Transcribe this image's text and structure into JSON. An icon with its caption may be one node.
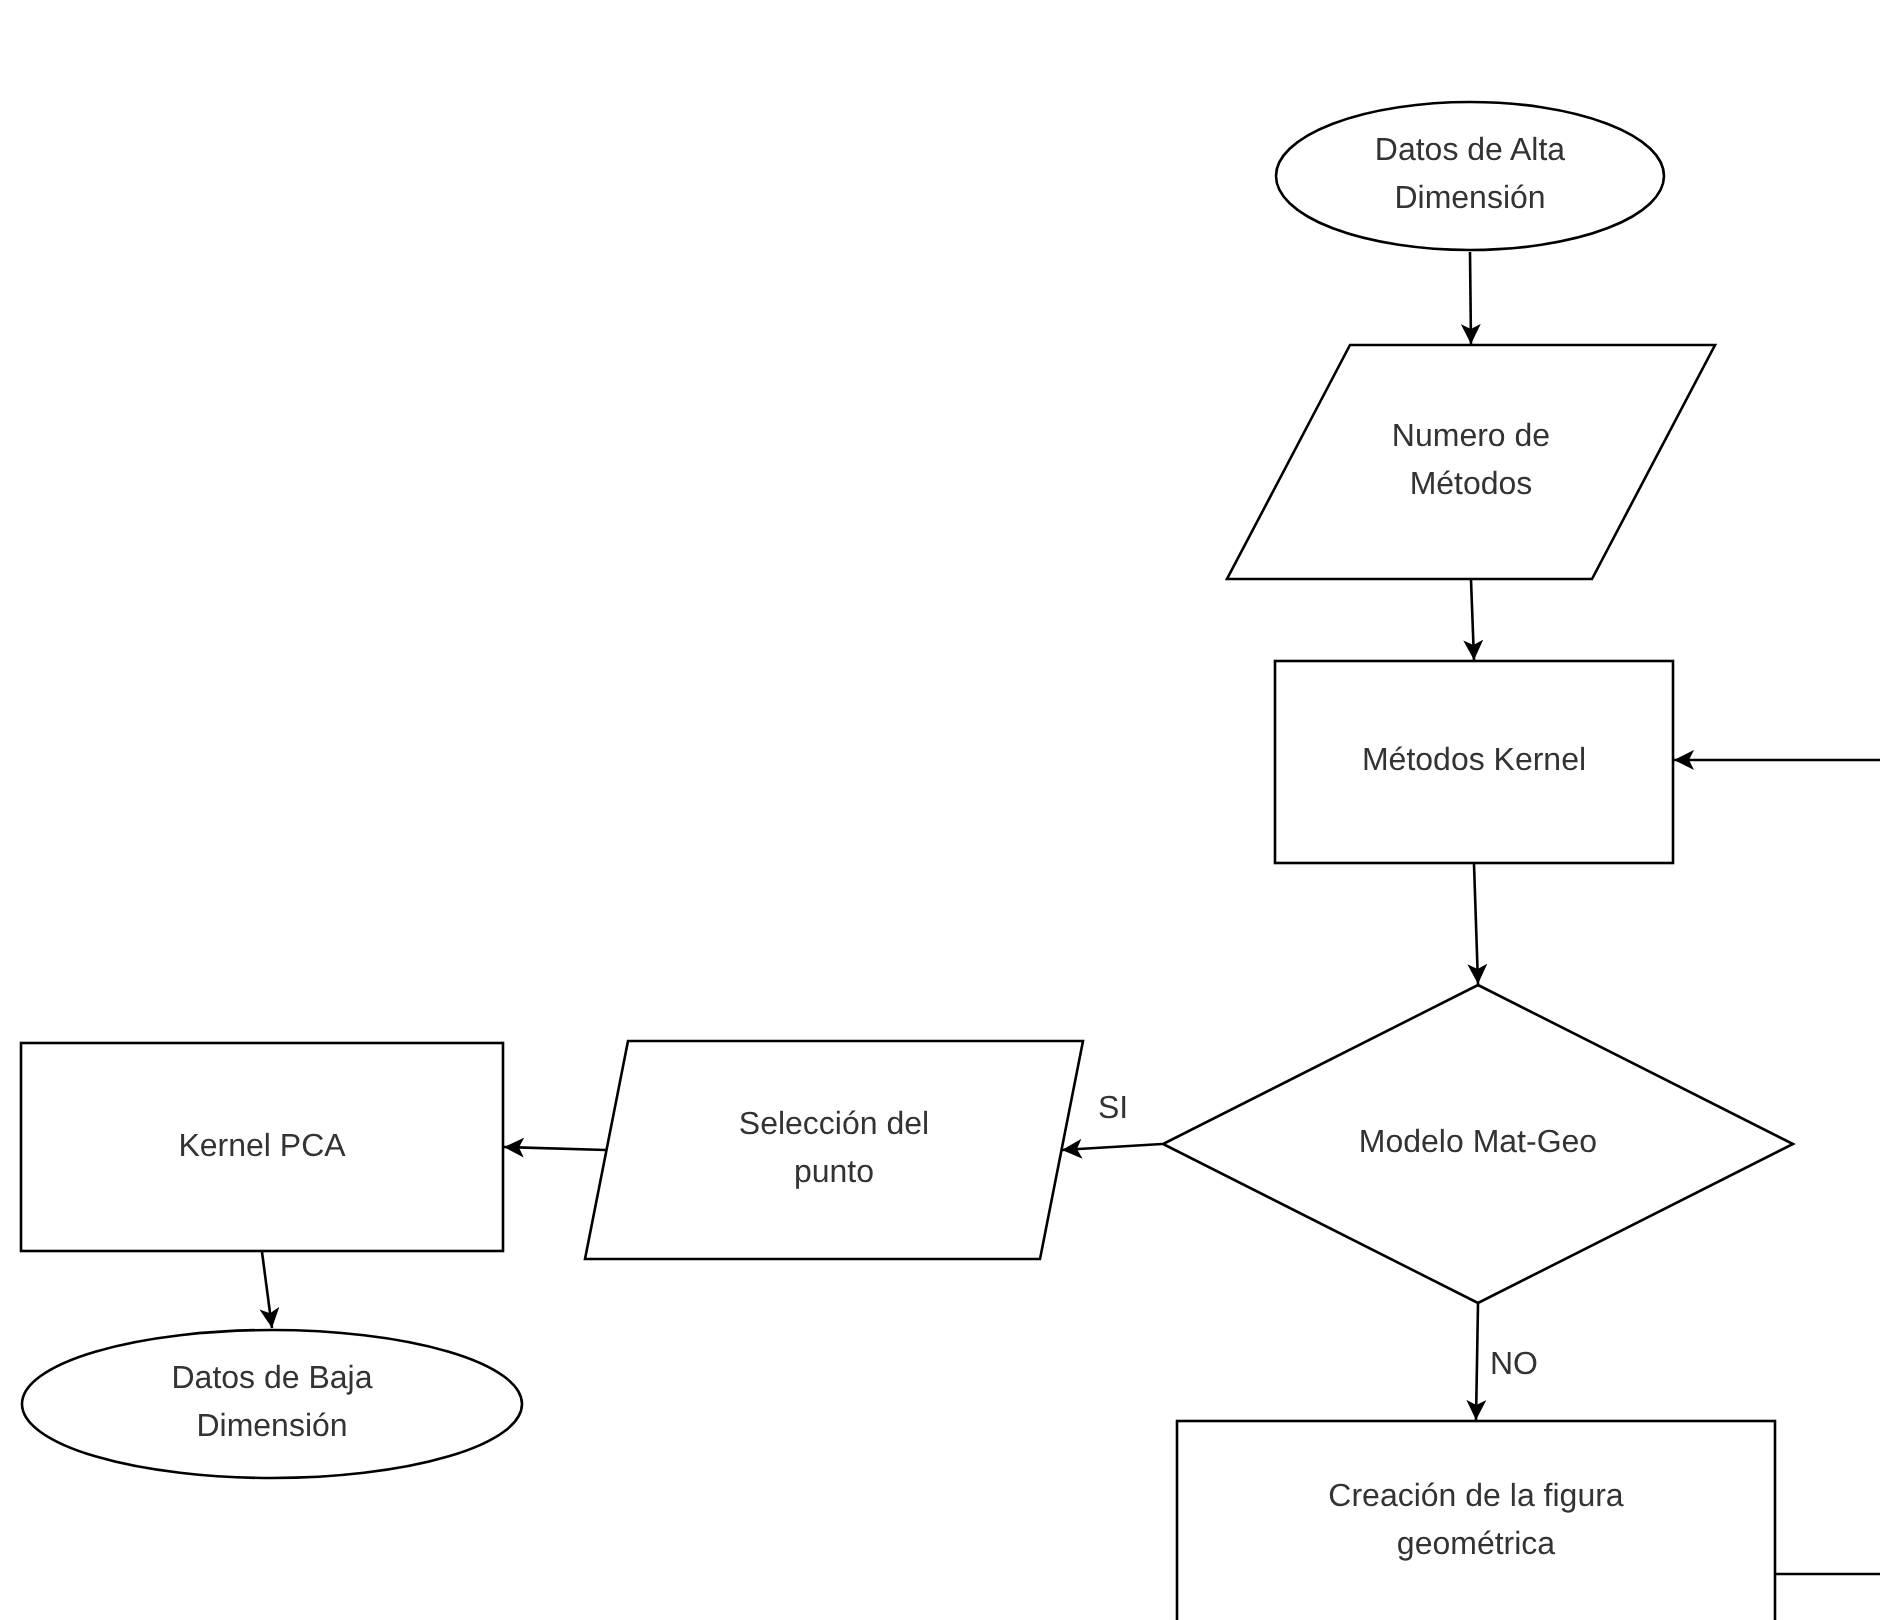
{
  "diagram": {
    "nodes": [
      {
        "text": [
          "Datos de Alta Dimensión"
        ]
      },
      {
        "text": [
          "Numero de Métodos"
        ]
      },
      {
        "text": [
          "Métodos Kernel"
        ]
      },
      {
        "text": [
          "Modelo Mat-Geo"
        ]
      },
      {
        "text": [
          "Selección del punto"
        ]
      },
      {
        "text": [
          "Kernel PCA"
        ]
      },
      {
        "text": [
          "Datos de Baja Dimensión"
        ]
      },
      {
        "text": [
          "Creación de la figura geométrica"
        ]
      }
    ],
    "edges": [
      {
        "from": 0,
        "to": 1,
        "arrow": "to"
      },
      {
        "from": 1,
        "to": 2,
        "arrow": "to"
      },
      {
        "from": 2,
        "to": 3,
        "arrow": "to"
      },
      {
        "from": 3,
        "to": 4,
        "arrow": "to",
        "label": "SI"
      },
      {
        "from": 4,
        "to": 5,
        "arrow": "to"
      },
      {
        "from": 5,
        "to": 6,
        "arrow": "to"
      },
      {
        "from": 3,
        "to": 7,
        "arrow": "to",
        "label": "NO"
      },
      {
        "from": 7,
        "to": 2,
        "arrow": "to"
      }
    ]
  }
}
